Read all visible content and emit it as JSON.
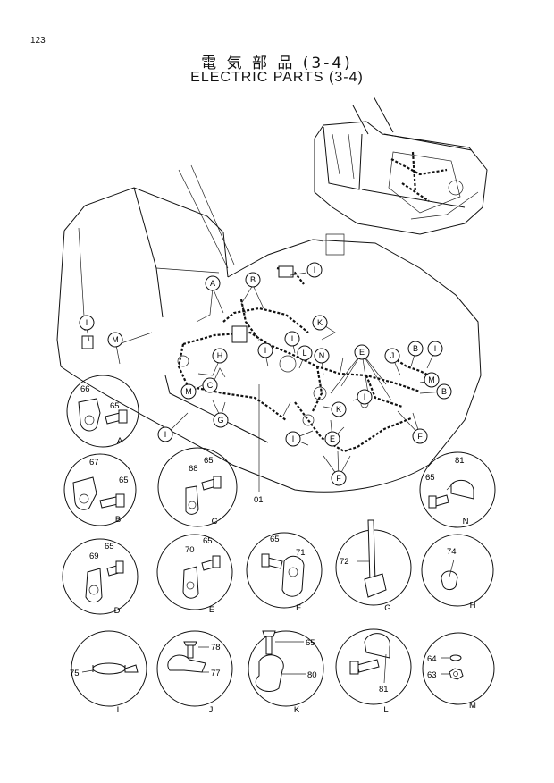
{
  "page": {
    "number": "123",
    "title_jp": "電 気 部 品 (3-4)",
    "title_en": "ELECTRIC PARTS (3-4)"
  },
  "main_callouts": [
    "A",
    "B",
    "I",
    "I",
    "M",
    "H",
    "C",
    "M",
    "G",
    "I",
    "I",
    "N",
    "K",
    "L",
    "I",
    "E",
    "J",
    "B",
    "I",
    "M",
    "B",
    "I",
    "K",
    "F",
    "I",
    "E",
    "F"
  ],
  "harness_label": "01",
  "details": [
    {
      "letter": "A",
      "parts": [
        "66",
        "65"
      ]
    },
    {
      "letter": "B",
      "parts": [
        "67",
        "65"
      ]
    },
    {
      "letter": "C",
      "parts": [
        "68",
        "65"
      ]
    },
    {
      "letter": "N",
      "parts": [
        "65",
        "81"
      ]
    },
    {
      "letter": "D",
      "parts": [
        "69",
        "65"
      ]
    },
    {
      "letter": "E",
      "parts": [
        "70",
        "65"
      ]
    },
    {
      "letter": "F",
      "parts": [
        "65",
        "71"
      ]
    },
    {
      "letter": "G",
      "parts": [
        "72"
      ]
    },
    {
      "letter": "H",
      "parts": [
        "74"
      ]
    },
    {
      "letter": "I",
      "parts": [
        "75"
      ]
    },
    {
      "letter": "J",
      "parts": [
        "78",
        "77"
      ]
    },
    {
      "letter": "K",
      "parts": [
        "65",
        "80"
      ]
    },
    {
      "letter": "L",
      "parts": [
        "81"
      ]
    },
    {
      "letter": "M",
      "parts": [
        "64",
        "63"
      ]
    }
  ]
}
